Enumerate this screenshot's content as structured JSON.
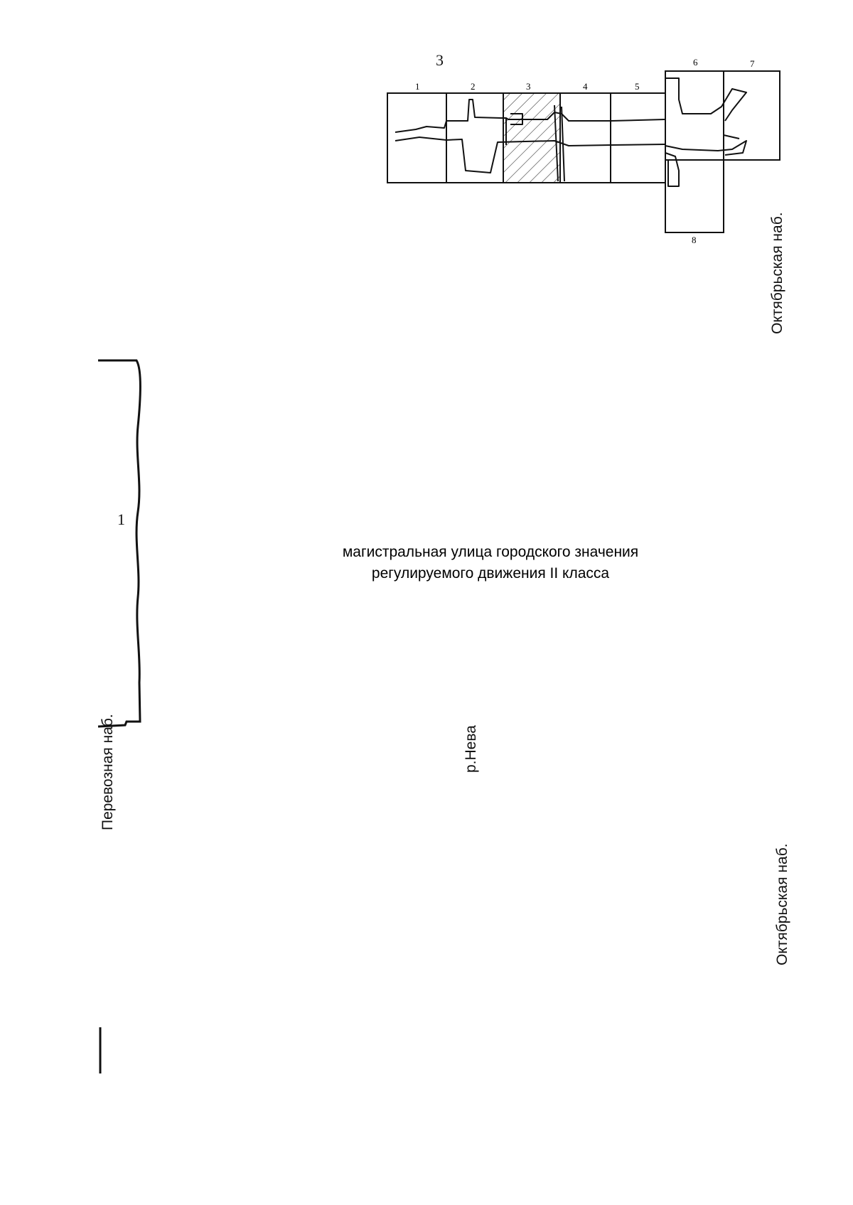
{
  "map": {
    "labels": {
      "group_3": "3",
      "group_1": "1",
      "road_line1": "магистральная улица городского значения",
      "road_line2": "регулируемого движения II класса",
      "river": "р.Нева",
      "embankment_left": "Перевозная наб.",
      "embankment_right_top": "Октябрьская наб.",
      "embankment_right_bottom": "Октябрьская наб."
    },
    "segments": [
      "1",
      "2",
      "3",
      "4",
      "5",
      "6",
      "7",
      "8"
    ],
    "colors": {
      "line": "#111111",
      "hatch": "#333333",
      "background": "#ffffff"
    }
  }
}
